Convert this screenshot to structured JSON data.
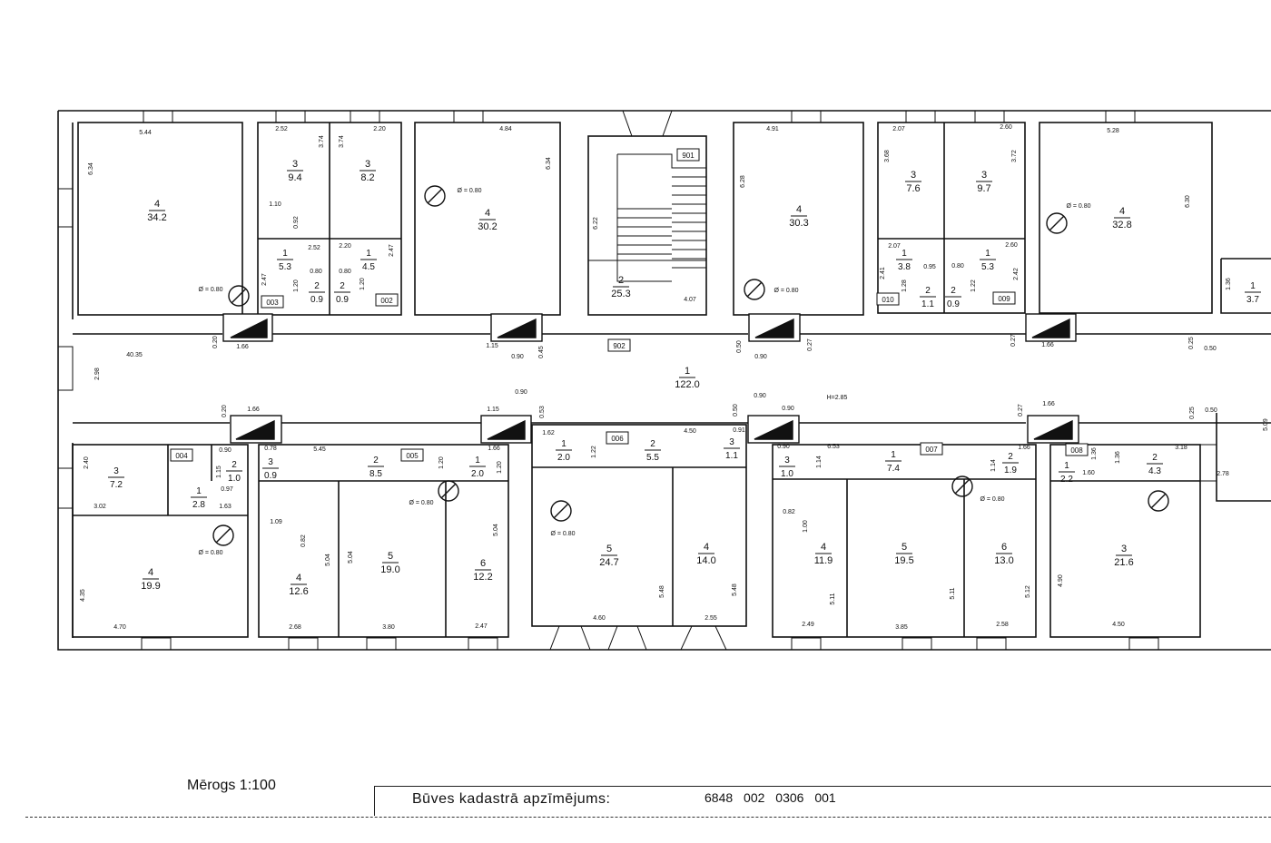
{
  "footer": {
    "scale": "Mērogs 1:100",
    "cadastre_label": "Būves kadastrā apzīmējums:",
    "cadastre_number": "6848  002  0306  001"
  },
  "rooms": [
    {
      "id": "r1",
      "num": "4",
      "area": "34.2"
    },
    {
      "id": "r2",
      "num": "3",
      "area": "9.4"
    },
    {
      "id": "r3",
      "num": "3",
      "area": "8.2"
    },
    {
      "id": "r4",
      "num": "4",
      "area": "30.2"
    },
    {
      "id": "r5",
      "num": "2",
      "area": "25.3"
    },
    {
      "id": "r6",
      "num": "4",
      "area": "30.3"
    },
    {
      "id": "r7",
      "num": "3",
      "area": "7.6"
    },
    {
      "id": "r8",
      "num": "3",
      "area": "9.7"
    },
    {
      "id": "r9",
      "num": "4",
      "area": "32.8"
    },
    {
      "id": "r10",
      "num": "1",
      "area": "5.3"
    },
    {
      "id": "r11",
      "num": "1",
      "area": "4.5"
    },
    {
      "id": "r12",
      "num": "2",
      "area": "0.9"
    },
    {
      "id": "r13",
      "num": "2",
      "area": "0.9"
    },
    {
      "id": "r14",
      "num": "1",
      "area": "3.8"
    },
    {
      "id": "r15",
      "num": "1",
      "area": "5.3"
    },
    {
      "id": "r16",
      "num": "2",
      "area": "1.1"
    },
    {
      "id": "r17",
      "num": "2",
      "area": "0.9"
    },
    {
      "id": "r18",
      "num": "1",
      "area": "3.7"
    },
    {
      "id": "r19",
      "num": "1",
      "area": "122.0"
    },
    {
      "id": "r20",
      "num": "3",
      "area": "7.2"
    },
    {
      "id": "r21",
      "num": "1",
      "area": "2.8"
    },
    {
      "id": "r22",
      "num": "2",
      "area": "1.0"
    },
    {
      "id": "r23",
      "num": "3",
      "area": "0.9"
    },
    {
      "id": "r24",
      "num": "2",
      "area": "8.5"
    },
    {
      "id": "r25",
      "num": "1",
      "area": "2.0"
    },
    {
      "id": "r26",
      "num": "1",
      "area": "2.0"
    },
    {
      "id": "r27",
      "num": "2",
      "area": "5.5"
    },
    {
      "id": "r28",
      "num": "3",
      "area": "1.1"
    },
    {
      "id": "r29",
      "num": "3",
      "area": "1.0"
    },
    {
      "id": "r30",
      "num": "1",
      "area": "7.4"
    },
    {
      "id": "r31",
      "num": "2",
      "area": "1.9"
    },
    {
      "id": "r32",
      "num": "1",
      "area": "2.2"
    },
    {
      "id": "r33",
      "num": "2",
      "area": "4.3"
    },
    {
      "id": "r34",
      "num": "4",
      "area": "19.9"
    },
    {
      "id": "r35",
      "num": "4",
      "area": "12.6"
    },
    {
      "id": "r36",
      "num": "5",
      "area": "19.0"
    },
    {
      "id": "r37",
      "num": "6",
      "area": "12.2"
    },
    {
      "id": "r38",
      "num": "5",
      "area": "24.7"
    },
    {
      "id": "r39",
      "num": "4",
      "area": "14.0"
    },
    {
      "id": "r40",
      "num": "4",
      "area": "11.9"
    },
    {
      "id": "r41",
      "num": "5",
      "area": "19.5"
    },
    {
      "id": "r42",
      "num": "6",
      "area": "13.0"
    },
    {
      "id": "r43",
      "num": "3",
      "area": "21.6"
    }
  ],
  "tags": [
    "901",
    "902",
    "003",
    "002",
    "010",
    "009",
    "004",
    "005",
    "006",
    "007",
    "008"
  ],
  "dims": [
    "5.44",
    "6.34",
    "2.52",
    "3.74",
    "3.74",
    "2.20",
    "4.84",
    "6.34",
    "6.22",
    "4.91",
    "6.28",
    "2.07",
    "3.68",
    "2.60",
    "3.72",
    "5.28",
    "6.30",
    "1.10",
    "0.92",
    "2.52",
    "2.20",
    "2.47",
    "2.47",
    "0.80",
    "0.80",
    "1.20",
    "1.20",
    "4.07",
    "2.07",
    "2.60",
    "0.95",
    "0.80",
    "2.41",
    "1.28",
    "1.22",
    "2.42",
    "1.36",
    "40.35",
    "2.98",
    "0.20",
    "1.66",
    "1.15",
    "0.45",
    "0.90",
    "0.50",
    "0.90",
    "0.27",
    "0.27",
    "1.66",
    "0.25",
    "0.50",
    "0.20",
    "1.66",
    "1.15",
    "0.90",
    "0.53",
    "0.90",
    "0.50",
    "0.90",
    "H=2.85",
    "0.27",
    "1.66",
    "0.25",
    "0.50",
    "5.09",
    "2.40",
    "3.02",
    "0.90",
    "1.15",
    "0.97",
    "1.63",
    "0.78",
    "5.45",
    "1.20",
    "1.66",
    "1.20",
    "1.62",
    "1.22",
    "4.50",
    "0.91",
    "0.90",
    "6.53",
    "1.14",
    "1.66",
    "1.14",
    "1.36",
    "1.60",
    "1.36",
    "3.18",
    "2.78",
    "1.09",
    "0.82",
    "5.04",
    "5.04",
    "5.04",
    "4.35",
    "4.70",
    "2.68",
    "3.80",
    "2.47",
    "4.60",
    "5.48",
    "2.55",
    "5.48",
    "0.82",
    "1.00",
    "2.49",
    "3.85",
    "2.58",
    "5.11",
    "5.11",
    "5.12",
    "4.90",
    "4.50"
  ],
  "chimneys": [
    "Ø = 0.80",
    "Ø = 0.80",
    "Ø = 0.80",
    "Ø = 0.80",
    "Ø = 0.80",
    "Ø = 0.80",
    "Ø = 0.80",
    "Ø = 0.80"
  ]
}
